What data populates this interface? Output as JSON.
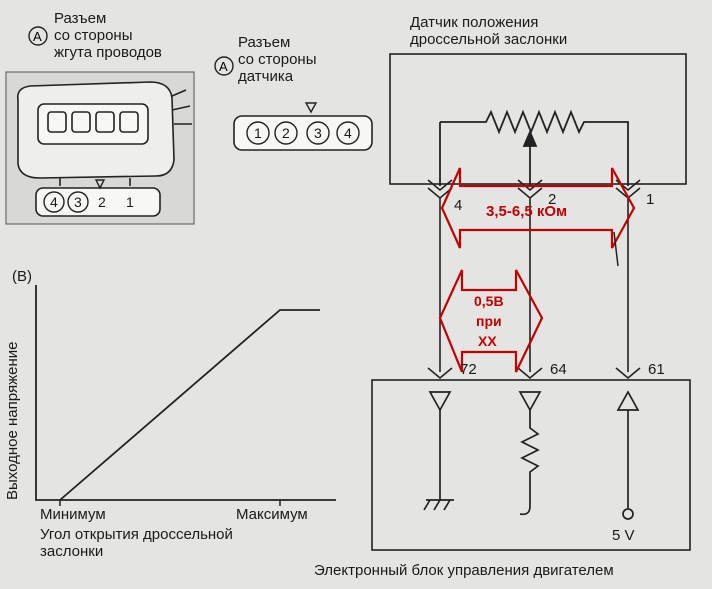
{
  "connector_harness": {
    "marker": "A",
    "label": "Разъем\nсо стороны\nжгута проводов",
    "pins": [
      "4",
      "3",
      "2",
      "1"
    ]
  },
  "connector_sensor": {
    "marker": "A",
    "label": "Разъем\nсо стороны\nдатчика",
    "pins": [
      "1",
      "2",
      "3",
      "4"
    ]
  },
  "sensor": {
    "title": "Датчик положения\nдроссельной заслонки",
    "pin_labels": [
      "4",
      "2",
      "1"
    ]
  },
  "ecu": {
    "title": "Электронный блок управления двигателем",
    "pin_labels": [
      "72",
      "64",
      "61"
    ],
    "supply": "5 V"
  },
  "graph": {
    "panel": "(B)",
    "ylabel": "Выходное напряжение",
    "x_min": "Минимум",
    "x_max": "Максимум",
    "xlabel": "Угол открытия дроссельной\nзаслонки"
  },
  "annotations": {
    "resistance": "3,5-6,5 кОм",
    "idle_voltage": [
      "0,5В",
      "при",
      "ХХ"
    ],
    "color": "#c00000"
  }
}
